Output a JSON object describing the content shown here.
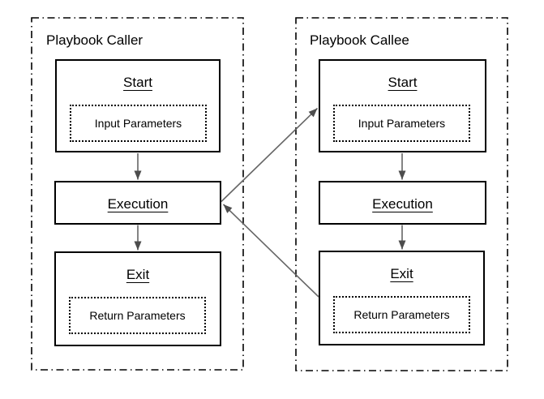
{
  "diagram": {
    "colors": {
      "background": "#ffffff",
      "box_border": "#000000",
      "arrow_shaft": "#666666",
      "arrow_head": "#4d4d4d"
    },
    "containers": [
      {
        "title": "Playbook Caller",
        "nodes": [
          {
            "title": "Start",
            "param": "Input Parameters"
          },
          {
            "title": "Execution"
          },
          {
            "title": "Exit",
            "param": "Return Parameters"
          }
        ]
      },
      {
        "title": "Playbook Callee",
        "nodes": [
          {
            "title": "Start",
            "param": "Input Parameters"
          },
          {
            "title": "Execution"
          },
          {
            "title": "Exit",
            "param": "Return Parameters"
          }
        ]
      }
    ],
    "edges": [
      {
        "from": "caller-start",
        "to": "caller-execution"
      },
      {
        "from": "caller-execution",
        "to": "caller-exit"
      },
      {
        "from": "callee-start",
        "to": "callee-execution"
      },
      {
        "from": "callee-execution",
        "to": "callee-exit"
      },
      {
        "from": "caller-execution",
        "to": "callee-start"
      },
      {
        "from": "callee-exit",
        "to": "caller-execution"
      }
    ]
  }
}
